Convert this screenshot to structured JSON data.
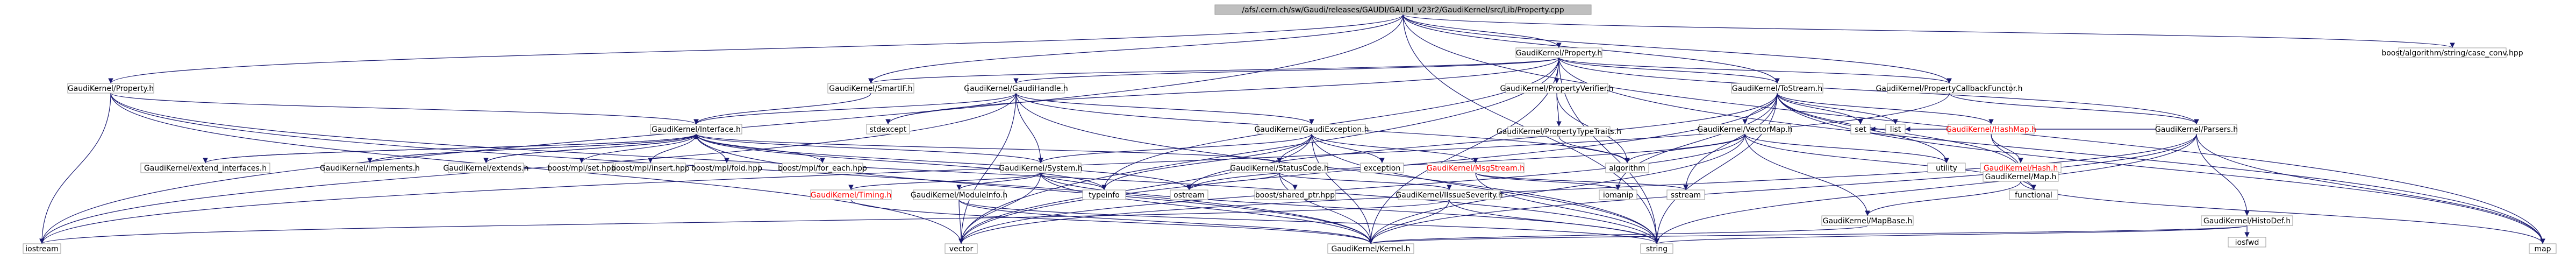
{
  "nodes": [
    {
      "id": "root",
      "label": "/afs/.cern.ch/sw/Gaudi/releases/GAUDI/GAUDI_v23r2/GaudiKernel/src/Lib/Property.cpp",
      "style": "root"
    },
    {
      "id": "gk_property_h",
      "label": "GaudiKernel/Property.h"
    },
    {
      "id": "boost_case_conv",
      "label": "boost/algorithm/string/case_conv.hpp"
    },
    {
      "id": "gk_property_h_left",
      "label": "GaudiKernel/Property.h"
    },
    {
      "id": "gk_smartif",
      "label": "GaudiKernel/SmartIF.h"
    },
    {
      "id": "gk_gaudihandle",
      "label": "GaudiKernel/GaudiHandle.h"
    },
    {
      "id": "gk_propertyverifier",
      "label": "GaudiKernel/PropertyVerifier.h"
    },
    {
      "id": "gk_tostream",
      "label": "GaudiKernel/ToStream.h"
    },
    {
      "id": "gk_propertycallback",
      "label": "GaudiKernel/PropertyCallbackFunctor.h"
    },
    {
      "id": "gk_interface",
      "label": "GaudiKernel/Interface.h"
    },
    {
      "id": "stdexcept",
      "label": "stdexcept"
    },
    {
      "id": "gk_gaudiexception",
      "label": "GaudiKernel/GaudiException.h"
    },
    {
      "id": "gk_propertytypetraits",
      "label": "GaudiKernel/PropertyTypeTraits.h"
    },
    {
      "id": "gk_vectormap",
      "label": "GaudiKernel/VectorMap.h"
    },
    {
      "id": "set",
      "label": "set"
    },
    {
      "id": "list",
      "label": "list"
    },
    {
      "id": "gk_hashmap",
      "label": "GaudiKernel/HashMap.h",
      "style": "missing"
    },
    {
      "id": "gk_parsers",
      "label": "GaudiKernel/Parsers.h"
    },
    {
      "id": "gk_extend_interfaces",
      "label": "GaudiKernel/extend_interfaces.h"
    },
    {
      "id": "gk_implements",
      "label": "GaudiKernel/implements.h"
    },
    {
      "id": "gk_extends",
      "label": "GaudiKernel/extends.h"
    },
    {
      "id": "boost_mpl_set",
      "label": "boost/mpl/set.hpp"
    },
    {
      "id": "boost_mpl_insert",
      "label": "boost/mpl/insert.hpp"
    },
    {
      "id": "boost_mpl_fold",
      "label": "boost/mpl/fold.hpp"
    },
    {
      "id": "boost_mpl_for_each",
      "label": "boost/mpl/for_each.hpp"
    },
    {
      "id": "gk_system",
      "label": "GaudiKernel/System.h"
    },
    {
      "id": "gk_statuscode",
      "label": "GaudiKernel/StatusCode.h"
    },
    {
      "id": "exception",
      "label": "exception"
    },
    {
      "id": "gk_msgstream",
      "label": "GaudiKernel/MsgStream.h",
      "style": "missing"
    },
    {
      "id": "algorithm",
      "label": "algorithm"
    },
    {
      "id": "utility",
      "label": "utility"
    },
    {
      "id": "gk_hash",
      "label": "GaudiKernel/Hash.h",
      "style": "missing"
    },
    {
      "id": "gk_map",
      "label": "GaudiKernel/Map.h"
    },
    {
      "id": "gk_timing",
      "label": "GaudiKernel/Timing.h",
      "style": "missing"
    },
    {
      "id": "gk_moduleinfo",
      "label": "GaudiKernel/ModuleInfo.h"
    },
    {
      "id": "typeinfo",
      "label": "typeinfo"
    },
    {
      "id": "ostream",
      "label": "ostream"
    },
    {
      "id": "boost_shared_ptr",
      "label": "boost/shared_ptr.hpp"
    },
    {
      "id": "gk_iissueseverity",
      "label": "GaudiKernel/IIssueSeverity.h"
    },
    {
      "id": "iomanip",
      "label": "iomanip"
    },
    {
      "id": "sstream",
      "label": "sstream"
    },
    {
      "id": "functional",
      "label": "functional"
    },
    {
      "id": "gk_mapbase",
      "label": "GaudiKernel/MapBase.h"
    },
    {
      "id": "gk_histodef",
      "label": "GaudiKernel/HistoDef.h"
    },
    {
      "id": "iosfwd",
      "label": "iosfwd"
    },
    {
      "id": "iostream",
      "label": "iostream"
    },
    {
      "id": "vector",
      "label": "vector"
    },
    {
      "id": "gk_kernel",
      "label": "GaudiKernel/Kernel.h"
    },
    {
      "id": "string",
      "label": "string"
    },
    {
      "id": "map",
      "label": "map"
    }
  ],
  "edges": [
    [
      "root",
      "gk_property_h"
    ],
    [
      "root",
      "boost_case_conv"
    ],
    [
      "root",
      "gk_property_h_left"
    ],
    [
      "root",
      "gk_smartif"
    ],
    [
      "root",
      "iostream"
    ],
    [
      "root",
      "map"
    ],
    [
      "root",
      "string"
    ],
    [
      "root",
      "gk_propertycallback"
    ],
    [
      "root",
      "gk_tostream"
    ],
    [
      "gk_property_h",
      "gk_smartif"
    ],
    [
      "gk_property_h",
      "gk_gaudihandle"
    ],
    [
      "gk_property_h",
      "gk_propertyverifier"
    ],
    [
      "gk_property_h",
      "gk_tostream"
    ],
    [
      "gk_property_h",
      "gk_propertycallback"
    ],
    [
      "gk_property_h",
      "gk_kernel"
    ],
    [
      "gk_property_h",
      "typeinfo"
    ],
    [
      "gk_property_h",
      "stdexcept"
    ],
    [
      "gk_property_h",
      "string"
    ],
    [
      "gk_property_h",
      "vector"
    ],
    [
      "gk_property_h",
      "map"
    ],
    [
      "gk_property_h",
      "gk_parsers"
    ],
    [
      "gk_property_h_left",
      "gk_interface"
    ],
    [
      "gk_property_h_left",
      "iostream"
    ],
    [
      "gk_property_h_left",
      "vector"
    ],
    [
      "gk_property_h_left",
      "gk_kernel"
    ],
    [
      "gk_property_h_left",
      "string"
    ],
    [
      "gk_smartif",
      "gk_interface"
    ],
    [
      "gk_gaudihandle",
      "gk_interface"
    ],
    [
      "gk_gaudihandle",
      "stdexcept"
    ],
    [
      "gk_gaudihandle",
      "gk_gaudiexception"
    ],
    [
      "gk_gaudihandle",
      "gk_system"
    ],
    [
      "gk_gaudihandle",
      "algorithm"
    ],
    [
      "gk_gaudihandle",
      "iostream"
    ],
    [
      "gk_gaudihandle",
      "vector"
    ],
    [
      "gk_gaudihandle",
      "string"
    ],
    [
      "gk_propertyverifier",
      "gk_propertytypetraits"
    ],
    [
      "gk_propertyverifier",
      "algorithm"
    ],
    [
      "gk_propertytypetraits",
      "algorithm"
    ],
    [
      "gk_tostream",
      "gk_vectormap"
    ],
    [
      "gk_tostream",
      "set"
    ],
    [
      "gk_tostream",
      "list"
    ],
    [
      "gk_tostream",
      "gk_hashmap"
    ],
    [
      "gk_tostream",
      "gk_map"
    ],
    [
      "gk_tostream",
      "iomanip"
    ],
    [
      "gk_tostream",
      "sstream"
    ],
    [
      "gk_tostream",
      "string"
    ],
    [
      "gk_tostream",
      "vector"
    ],
    [
      "gk_tostream",
      "map"
    ],
    [
      "gk_tostream",
      "ostream"
    ],
    [
      "gk_tostream",
      "utility"
    ],
    [
      "gk_propertycallback",
      "gk_parsers"
    ],
    [
      "gk_propertycallback",
      "iostream"
    ],
    [
      "gk_interface",
      "gk_extend_interfaces"
    ],
    [
      "gk_interface",
      "gk_implements"
    ],
    [
      "gk_interface",
      "gk_extends"
    ],
    [
      "gk_interface",
      "boost_mpl_set"
    ],
    [
      "gk_interface",
      "boost_mpl_insert"
    ],
    [
      "gk_interface",
      "boost_mpl_fold"
    ],
    [
      "gk_interface",
      "boost_mpl_for_each"
    ],
    [
      "gk_interface",
      "gk_system"
    ],
    [
      "gk_interface",
      "gk_statuscode"
    ],
    [
      "gk_interface",
      "typeinfo"
    ],
    [
      "gk_interface",
      "ostream"
    ],
    [
      "gk_interface",
      "gk_kernel"
    ],
    [
      "gk_extend_interfaces",
      "gk_interface"
    ],
    [
      "gk_implements",
      "gk_interface"
    ],
    [
      "gk_extends",
      "gk_interface"
    ],
    [
      "gk_gaudiexception",
      "gk_statuscode"
    ],
    [
      "gk_gaudiexception",
      "exception"
    ],
    [
      "gk_gaudiexception",
      "gk_msgstream"
    ],
    [
      "gk_gaudiexception",
      "gk_system"
    ],
    [
      "gk_gaudiexception",
      "gk_kernel"
    ],
    [
      "gk_gaudiexception",
      "string"
    ],
    [
      "gk_gaudiexception",
      "vector"
    ],
    [
      "gk_gaudiexception",
      "typeinfo"
    ],
    [
      "gk_vectormap",
      "algorithm"
    ],
    [
      "gk_vectormap",
      "functional"
    ],
    [
      "gk_vectormap",
      "ostream"
    ],
    [
      "gk_vectormap",
      "utility"
    ],
    [
      "gk_vectormap",
      "gk_mapbase"
    ],
    [
      "gk_vectormap",
      "vector"
    ],
    [
      "gk_vectormap",
      "gk_kernel"
    ],
    [
      "gk_hashmap",
      "gk_map"
    ],
    [
      "gk_hashmap",
      "gk_hash"
    ],
    [
      "gk_hash",
      "functional"
    ],
    [
      "gk_map",
      "gk_mapbase"
    ],
    [
      "gk_map",
      "map"
    ],
    [
      "gk_parsers",
      "gk_histodef"
    ],
    [
      "gk_parsers",
      "string"
    ],
    [
      "gk_parsers",
      "vector"
    ],
    [
      "gk_parsers",
      "map"
    ],
    [
      "gk_parsers",
      "list"
    ],
    [
      "gk_parsers",
      "set"
    ],
    [
      "gk_parsers",
      "gk_kernel"
    ],
    [
      "gk_system",
      "gk_timing"
    ],
    [
      "gk_system",
      "gk_moduleinfo"
    ],
    [
      "gk_system",
      "typeinfo"
    ],
    [
      "gk_system",
      "gk_kernel"
    ],
    [
      "gk_system",
      "string"
    ],
    [
      "gk_system",
      "vector"
    ],
    [
      "gk_moduleinfo",
      "gk_kernel"
    ],
    [
      "gk_moduleinfo",
      "string"
    ],
    [
      "gk_moduleinfo",
      "vector"
    ],
    [
      "gk_timing",
      "gk_kernel"
    ],
    [
      "gk_statuscode",
      "ostream"
    ],
    [
      "gk_statuscode",
      "boost_shared_ptr"
    ],
    [
      "gk_statuscode",
      "gk_iissueseverity"
    ],
    [
      "gk_statuscode",
      "gk_kernel"
    ],
    [
      "gk_iissueseverity",
      "gk_kernel"
    ],
    [
      "gk_iissueseverity",
      "string"
    ],
    [
      "gk_iissueseverity",
      "iostream"
    ],
    [
      "gk_msgstream",
      "iomanip"
    ],
    [
      "gk_msgstream",
      "string"
    ],
    [
      "gk_msgstream",
      "sstream"
    ],
    [
      "gk_mapbase",
      "gk_kernel"
    ],
    [
      "gk_histodef",
      "iosfwd"
    ],
    [
      "gk_histodef",
      "string"
    ],
    [
      "gk_histodef",
      "gk_kernel"
    ]
  ],
  "colors": {
    "node_fill": "#ffffff",
    "root_fill": "#bfbfbf",
    "node_border": "#999999",
    "edge": "#191970",
    "missing_text": "#ff0000"
  }
}
